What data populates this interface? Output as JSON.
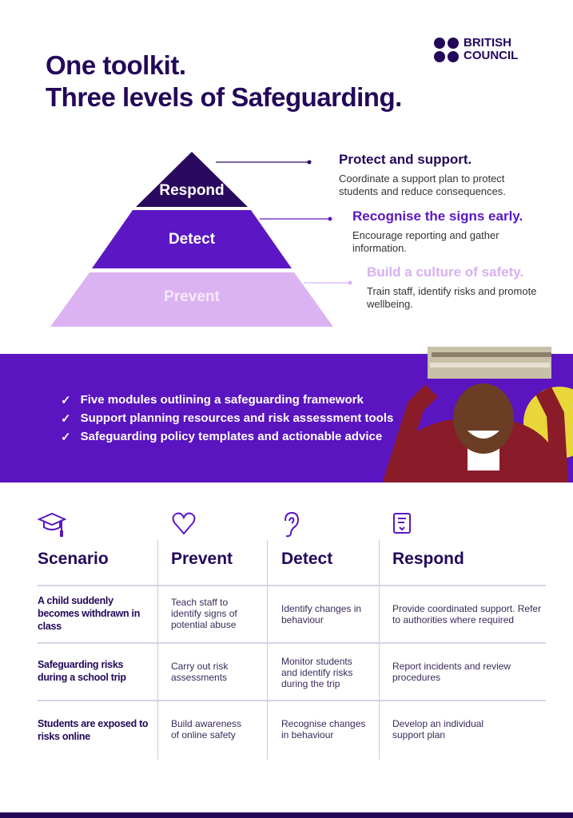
{
  "title": {
    "line1": "One toolkit.",
    "line2": "Three levels of Safeguarding."
  },
  "logo": {
    "line1": "BRITISH",
    "line2": "COUNCIL"
  },
  "pyramid": {
    "levels": [
      {
        "label": "Respond",
        "heading": "Protect and support.",
        "text": "Coordinate a support plan to protect students and reduce consequences.",
        "color": "#2a0a5e",
        "heading_color": "#23085a"
      },
      {
        "label": "Detect",
        "heading": "Recognise the signs early.",
        "text": "Encourage reporting and gather information.",
        "color": "#5b17c4",
        "heading_color": "#5b17c4"
      },
      {
        "label": "Prevent",
        "heading": "Build a culture of safety.",
        "text": "Train staff, identify risks and promote wellbeing.",
        "color": "#dcb3f2",
        "heading_color": "#d9b0f0"
      }
    ]
  },
  "banner": {
    "items": [
      "Five modules outlining a safeguarding framework",
      "Support planning resources and risk assessment tools",
      "Safeguarding policy templates and actionable advice"
    ]
  },
  "table": {
    "headers": [
      {
        "label": "Scenario",
        "icon": "graduation-cap-icon"
      },
      {
        "label": "Prevent",
        "icon": "heart-icon"
      },
      {
        "label": "Detect",
        "icon": "ear-icon"
      },
      {
        "label": "Respond",
        "icon": "clipboard-icon"
      }
    ],
    "rows": [
      [
        "A child suddenly becomes withdrawn in class",
        "Teach staff to identify signs of potential abuse",
        "Identify changes in behaviour",
        "Provide coordinated support. Refer to authorities where required"
      ],
      [
        "Safeguarding risks during a school trip",
        "Carry out risk assessments",
        "Monitor students and identify risks during the trip",
        "Report incidents and review procedures"
      ],
      [
        "Students are exposed to risks online",
        "Build awareness of online safety",
        "Recognise changes in behaviour",
        "Develop an individual support plan"
      ]
    ]
  }
}
